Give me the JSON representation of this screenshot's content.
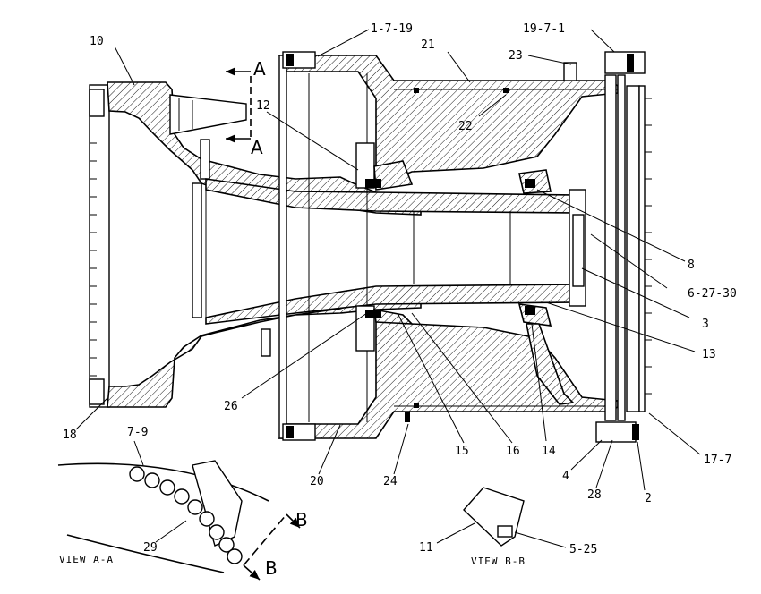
{
  "labels": {
    "l_1_7_19": "1-7-19",
    "l_19_7_1": "19-7-1",
    "l_10": "10",
    "l_21": "21",
    "l_23": "23",
    "l_12": "12",
    "l_22": "22",
    "l_8": "8",
    "l_6_27_30": "6-27-30",
    "l_3": "3",
    "l_13": "13",
    "l_26": "26",
    "l_18": "18",
    "l_7_9": "7-9",
    "l_20": "20",
    "l_24": "24",
    "l_15": "15",
    "l_16": "16",
    "l_14": "14",
    "l_4": "4",
    "l_28": "28",
    "l_2": "2",
    "l_17_7": "17-7",
    "l_29": "29",
    "l_11": "11",
    "l_5_25": "5-25"
  },
  "section_marks": {
    "a_top": "A",
    "a_bottom": "A",
    "b_top": "B",
    "b_bottom": "B"
  },
  "views": {
    "view_a": "VIEW A-A",
    "view_b": "VIEW B-B"
  }
}
